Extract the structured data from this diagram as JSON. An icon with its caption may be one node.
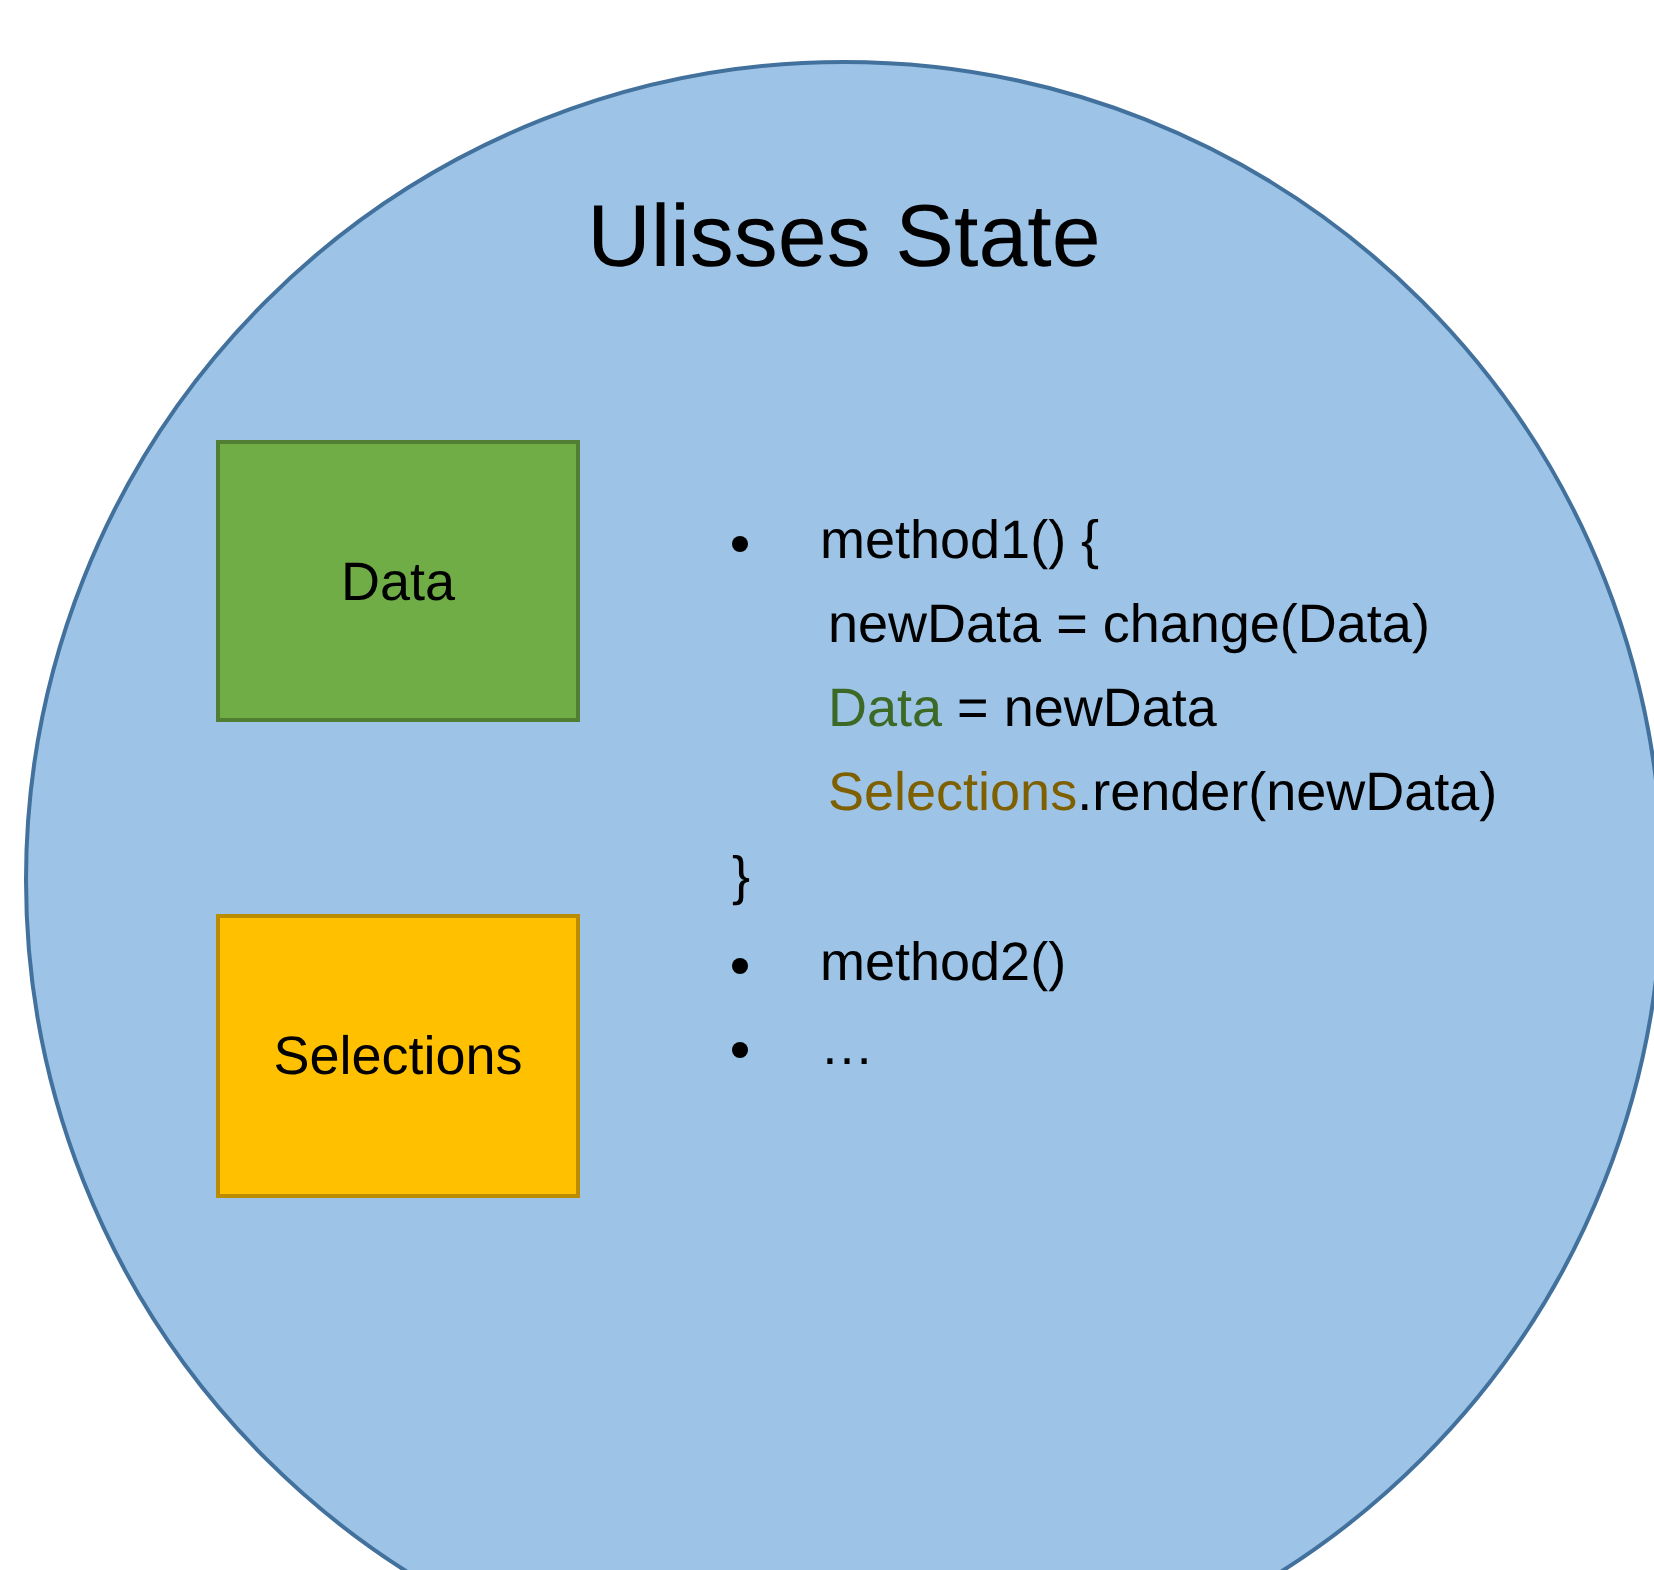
{
  "diagram": {
    "nodes": [
      {
        "text": [
          "Ulisses State"
        ]
      },
      {
        "text": [
          "Data"
        ],
        "in": 0
      },
      {
        "text": [
          "Selections"
        ],
        "in": 0
      }
    ],
    "edges": [],
    "labels": [
      "method1() {",
      "newData = change(Data)",
      "Data = newData",
      "Selections.render(newData)",
      "}",
      "method2()",
      "…"
    ]
  }
}
